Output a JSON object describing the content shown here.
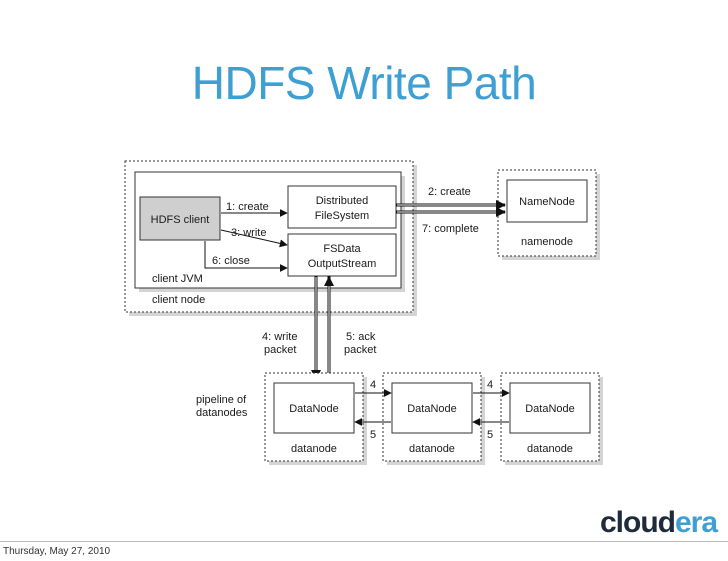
{
  "title": "HDFS Write Path",
  "client_node": {
    "node_label": "client node",
    "jvm_label": "client JVM",
    "client_box": "HDFS client",
    "dfs_line1": "Distributed",
    "dfs_line2": "FileSystem",
    "fsdata_line1": "FSData",
    "fsdata_line2": "OutputStream"
  },
  "namenode": {
    "box": "NameNode",
    "label": "namenode"
  },
  "edges": {
    "create1": "1: create",
    "create2": "2: create",
    "write3": "3: write",
    "close6": "6: close",
    "complete7": "7: complete",
    "write4_line1": "4: write",
    "write4_line2": "packet",
    "ack5_line1": "5: ack",
    "ack5_line2": "packet",
    "n4a": "4",
    "n4b": "4",
    "n5a": "5",
    "n5b": "5"
  },
  "pipeline": {
    "label_line1": "pipeline of",
    "label_line2": "datanodes",
    "datanodes": [
      {
        "box": "DataNode",
        "label": "datanode"
      },
      {
        "box": "DataNode",
        "label": "datanode"
      },
      {
        "box": "DataNode",
        "label": "datanode"
      }
    ]
  },
  "footer": {
    "date": "Thursday, May 27, 2010"
  },
  "logo": {
    "part1": "cloud",
    "part2": "era"
  }
}
